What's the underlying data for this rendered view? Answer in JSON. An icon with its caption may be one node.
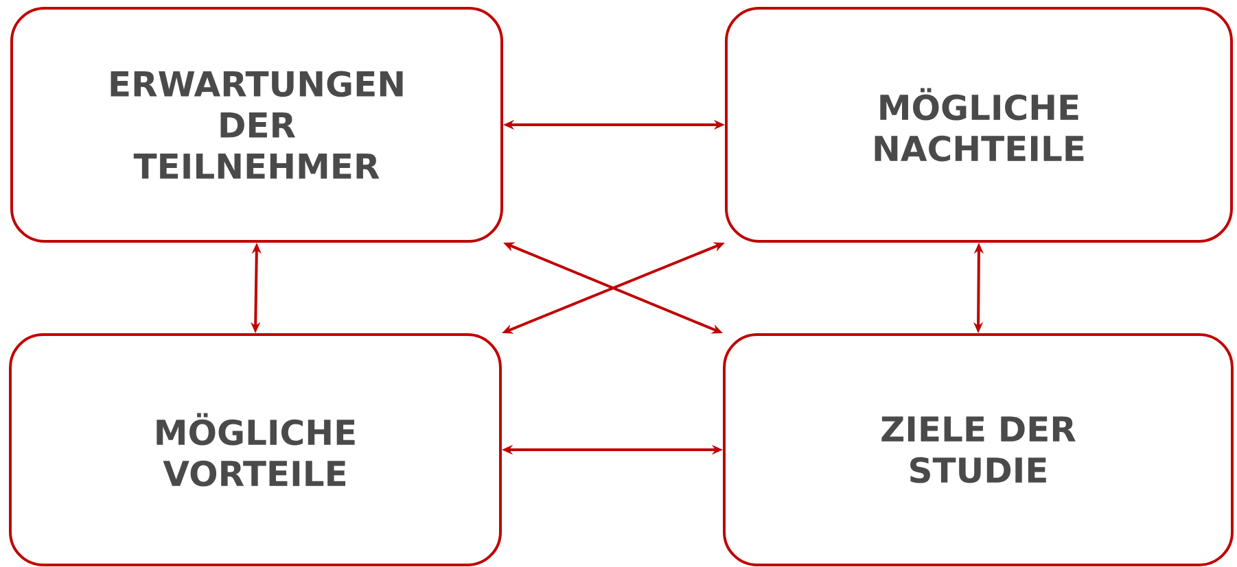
{
  "diagram": {
    "nodes": [
      {
        "text": [
          "ERWARTUNGEN DER TEILNEHMER"
        ]
      },
      {
        "text": [
          "MÖGLICHE NACHTEILE"
        ]
      },
      {
        "text": [
          "MÖGLICHE VORTEILE"
        ]
      },
      {
        "text": [
          "ZIELE DER STUDIE"
        ]
      }
    ],
    "edges": [
      {
        "from": 0,
        "to": 1,
        "arrow": "both"
      },
      {
        "from": 0,
        "to": 2,
        "arrow": "both"
      },
      {
        "from": 1,
        "to": 3,
        "arrow": "both"
      },
      {
        "from": 0,
        "to": 3,
        "arrow": "both"
      },
      {
        "from": 1,
        "to": 2,
        "arrow": "both"
      },
      {
        "from": 2,
        "to": 3,
        "arrow": "both"
      }
    ]
  }
}
